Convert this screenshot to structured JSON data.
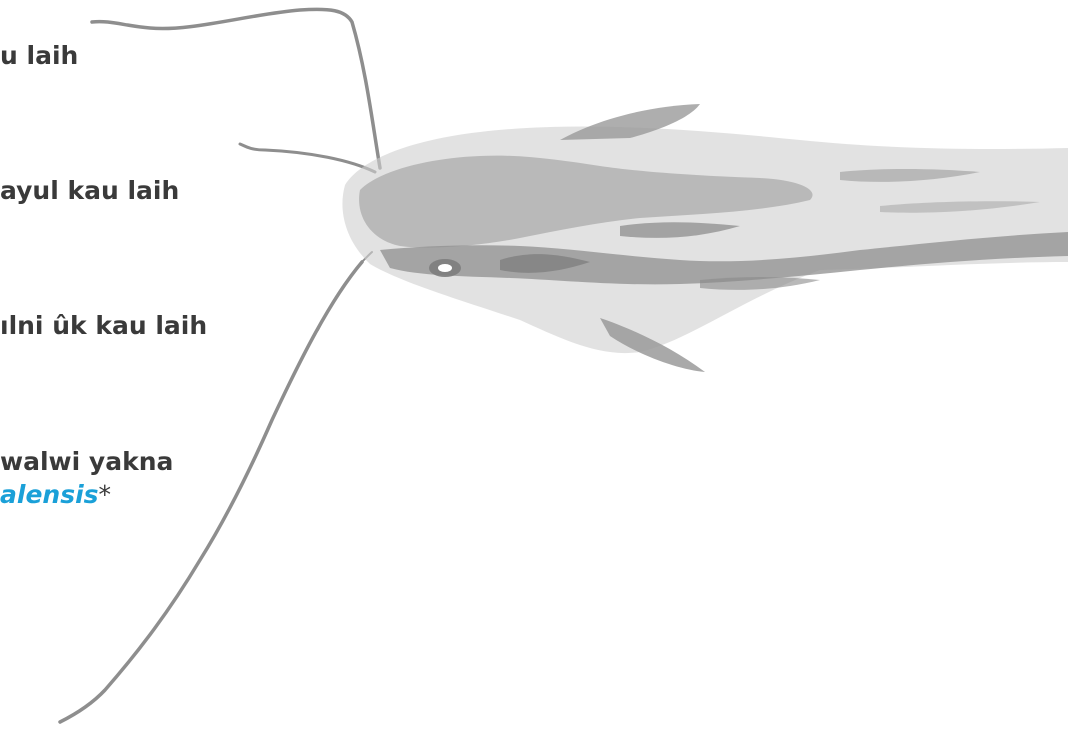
{
  "text_lines": {
    "line_1": "u laih",
    "line_2": "ayul kau laih",
    "line_3": "ılni ûk kau laih",
    "line_4": "walwi yakna",
    "line_5_scientific": "alensis",
    "line_5_mark": "*"
  },
  "colors": {
    "text": "#3a3a3a",
    "scientific_name": "#1aa0d8",
    "illustration": "#9a9a9a"
  },
  "illustration": {
    "subject": "catfish-sketch"
  }
}
